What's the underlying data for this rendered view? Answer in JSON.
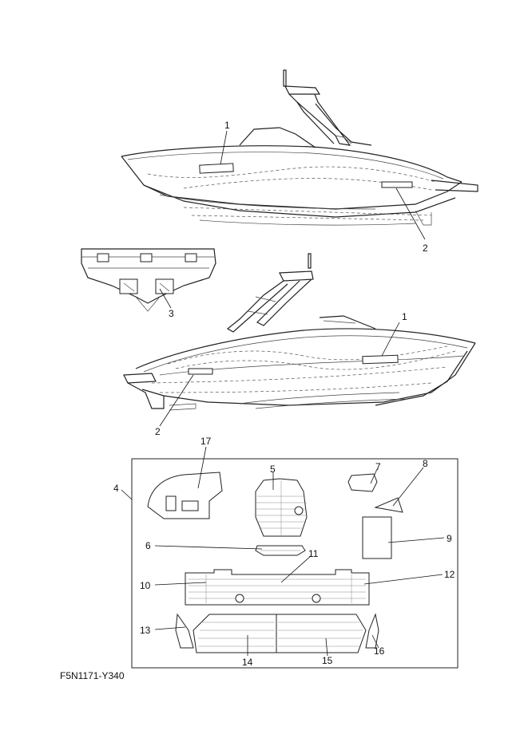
{
  "diagram": {
    "code": "F5N1171-Y340",
    "callouts": {
      "c1_top": "1",
      "c2_top": "2",
      "c3": "3",
      "c1_mid": "1",
      "c2_mid": "2",
      "c4": "4",
      "c5": "5",
      "c6": "6",
      "c7": "7",
      "c8": "8",
      "c9": "9",
      "c10": "10",
      "c11": "11",
      "c12": "12",
      "c13": "13",
      "c14": "14",
      "c15": "15",
      "c16": "16",
      "c17": "17"
    }
  }
}
